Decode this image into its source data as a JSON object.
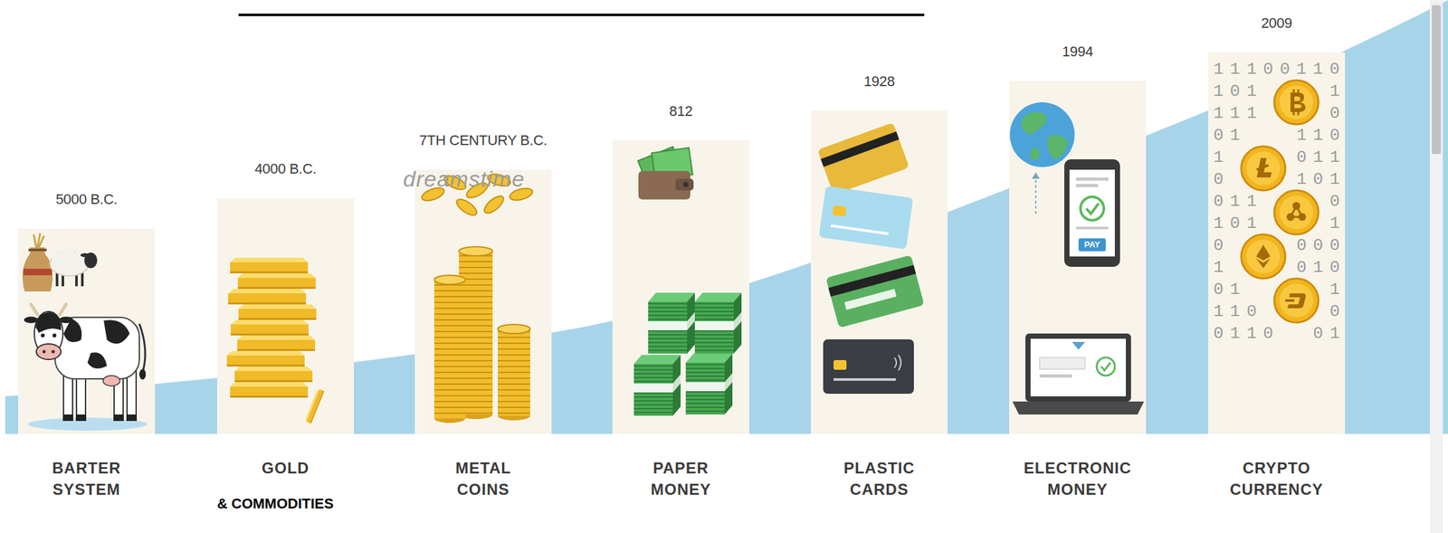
{
  "diagram": {
    "nodes": [
      {
        "text": [
          "5000 B.C.",
          "BARTER SYSTEM"
        ]
      },
      {
        "text": [
          "4000 B.C.",
          "GOLD",
          "& COMMODITIES"
        ]
      },
      {
        "text": [
          "7TH CENTURY B.C.",
          "METAL COINS"
        ]
      },
      {
        "text": [
          "812",
          "PAPER MONEY"
        ]
      },
      {
        "text": [
          "1928",
          "PLASTIC CARDS"
        ]
      },
      {
        "text": [
          "1994",
          "ELECTRONIC MONEY"
        ]
      },
      {
        "text": [
          "2009",
          "CRYPTO CURRENCY"
        ]
      }
    ],
    "labels": [
      "dreamstime",
      "PAY",
      "11100110",
      "101",
      "1",
      "111",
      "0",
      "01",
      "110",
      "1",
      "011",
      "0",
      "101",
      "011",
      "0",
      "101",
      "1",
      "0",
      "000",
      "1",
      "010",
      "01",
      "1",
      "110",
      "0",
      "0110",
      "01"
    ]
  }
}
